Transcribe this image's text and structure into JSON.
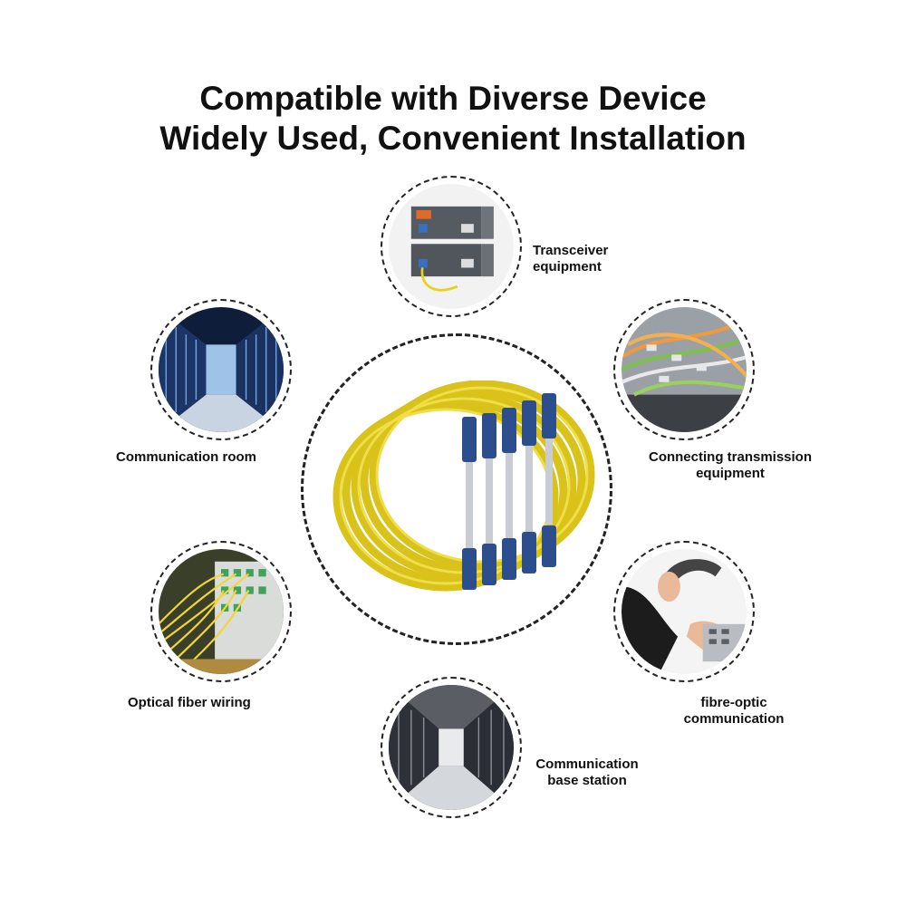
{
  "title": {
    "line1": "Compatible with Diverse Device",
    "line2": "Widely Used, Convenient Installation"
  },
  "product": {
    "icon": "yellow-fiber-patch-cable-coils-with-blue-lc-connectors"
  },
  "applications": [
    {
      "id": "transceiver",
      "lines": [
        "Transceiver",
        "equipment"
      ],
      "icon": "media-converter-photo"
    },
    {
      "id": "communication-room",
      "lines": [
        "Communication room"
      ],
      "icon": "server-room-photo"
    },
    {
      "id": "transmission",
      "lines": [
        "Connecting transmission",
        "equipment"
      ],
      "icon": "patch-panel-cables-photo"
    },
    {
      "id": "fiber-wiring",
      "lines": [
        "Optical fiber wiring"
      ],
      "icon": "fiber-distribution-photo"
    },
    {
      "id": "fibre-optic",
      "lines": [
        "fibre-optic",
        "communication"
      ],
      "icon": "telephone-hand-photo"
    },
    {
      "id": "base-station",
      "lines": [
        "Communication",
        "base station"
      ],
      "icon": "data-center-aisle-photo"
    }
  ],
  "colors": {
    "cable_yellow": "#e8d21c",
    "connector_blue": "#2d4e8c",
    "text": "#111111"
  }
}
